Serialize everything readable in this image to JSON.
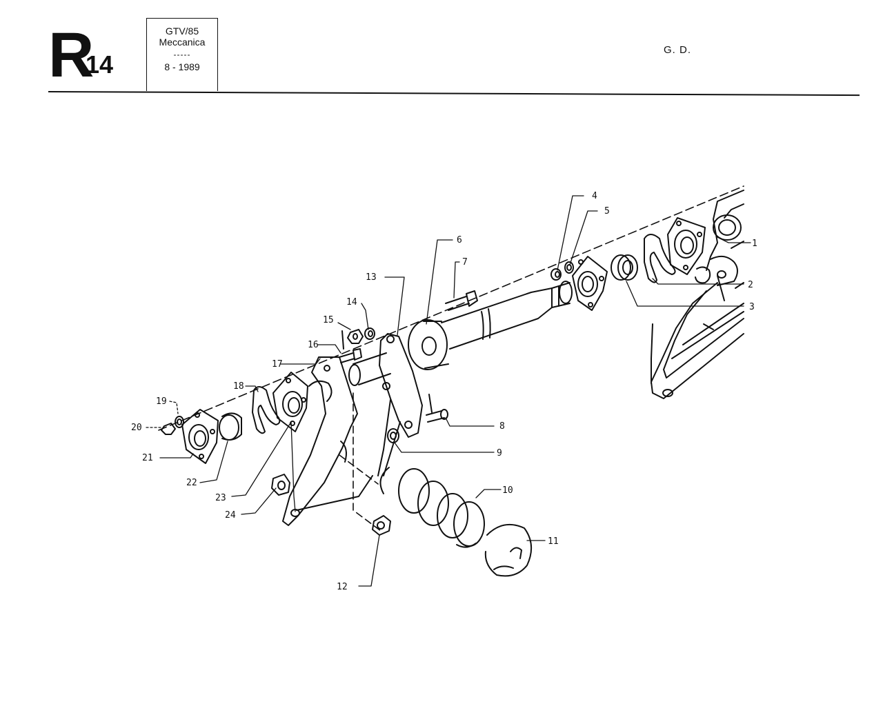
{
  "header": {
    "section_letter": "R",
    "section_number": "14",
    "model": "GTV/85",
    "category": "Meccanica",
    "separator": "-----",
    "date": "8 - 1989",
    "assembly_code": "G. D."
  },
  "callouts": [
    "1",
    "2",
    "3",
    "4",
    "5",
    "6",
    "7",
    "8",
    "9",
    "10",
    "11",
    "12",
    "13",
    "14",
    "15",
    "16",
    "17",
    "18",
    "19",
    "20",
    "21",
    "22",
    "23",
    "24"
  ]
}
